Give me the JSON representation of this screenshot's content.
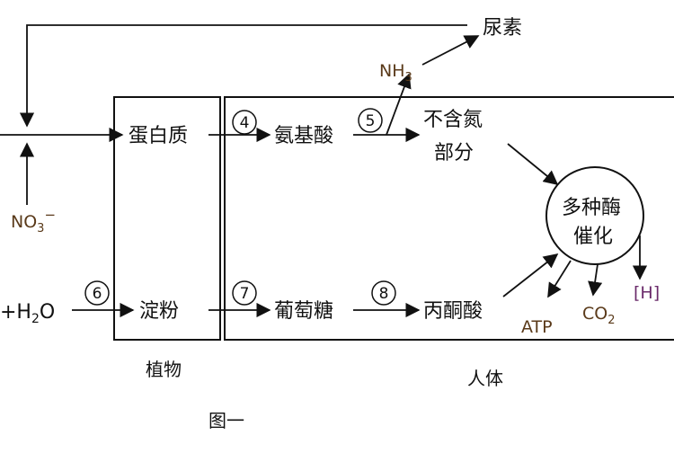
{
  "labels": {
    "urea": "尿素",
    "nh3_main": "NH",
    "nh3_sub": "3",
    "protein": "蛋白质",
    "amino_acid": "氨基酸",
    "non_nitrogen_line1": "不含氮",
    "non_nitrogen_line2": "部分",
    "enzyme_line1": "多种酶",
    "enzyme_line2": "催化",
    "nitrate_main": "NO",
    "nitrate_sub": "3",
    "nitrate_sup": "−",
    "water_prefix": "+H",
    "water_sub": "2",
    "water_suffix": "O",
    "starch": "淀粉",
    "glucose": "葡萄糖",
    "pyruvate": "丙酮酸",
    "atp": "ATP",
    "co2_main": "CO",
    "co2_sub": "2",
    "h": "[H]",
    "plant": "植物",
    "human": "人体",
    "figure_caption": "图一"
  },
  "steps": {
    "s4": "4",
    "s5": "5",
    "s6": "6",
    "s7": "7",
    "s8": "8"
  },
  "colors": {
    "ink": "#111111",
    "label_brown": "#5a3a1a",
    "h_purple": "#6a2a6a"
  }
}
